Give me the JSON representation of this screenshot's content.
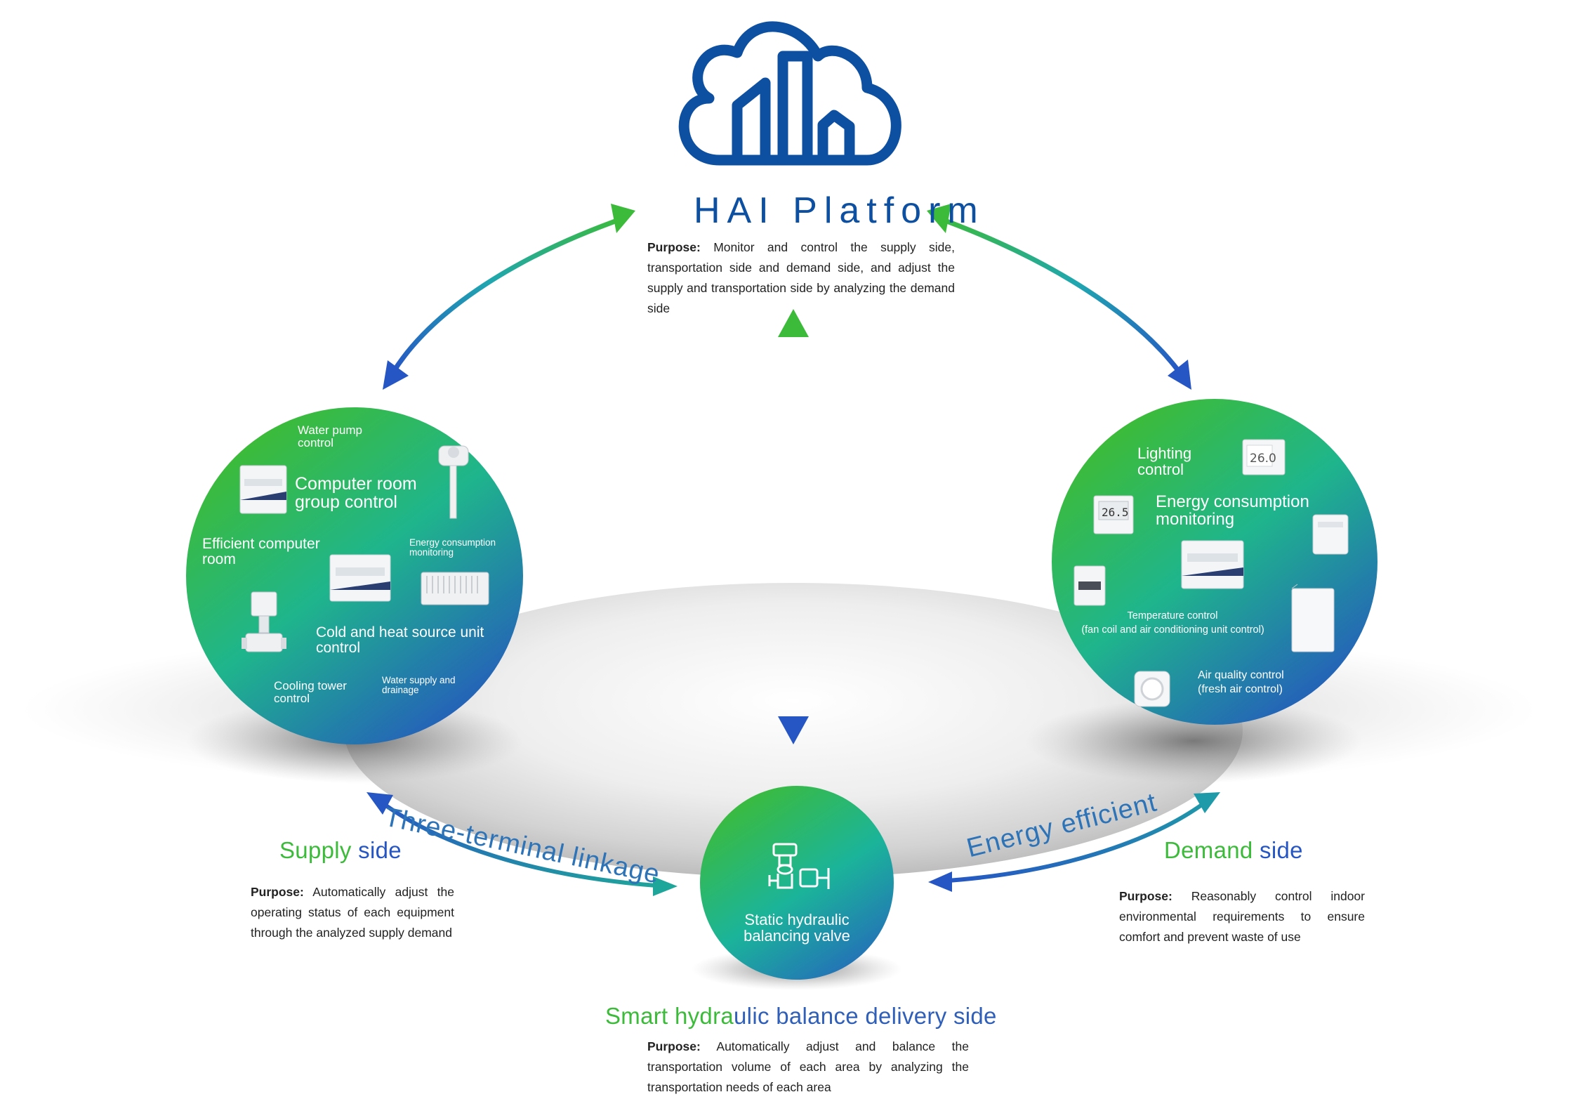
{
  "platform": {
    "title": "HAI Platform",
    "purpose_label": "Purpose:",
    "purpose_text": " Monitor and control the supply side, transportation side and demand side, and adjust the supply and transportation side by analyzing the demand side"
  },
  "supply": {
    "heading_a": "Supply",
    "heading_b": " side",
    "purpose_label": "Purpose:",
    "purpose_text": " Automatically adjust the operating status of each equipment through the analyzed supply demand",
    "labels": {
      "water_pump": "Water pump control",
      "computer_room": "Computer room group control",
      "efficient": "Efficient computer room",
      "energy": "Energy consumption monitoring",
      "cold_heat": "Cold and heat source unit control",
      "cooling_tower": "Cooling tower control",
      "water_supply": "Water supply and drainage"
    }
  },
  "demand": {
    "heading_a": "Demand",
    "heading_b": " side",
    "purpose_label": "Purpose:",
    "purpose_text": " Reasonably control indoor environmental requirements to ensure comfort and prevent waste of use",
    "labels": {
      "lighting": "Lighting control",
      "energy": "Energy consumption monitoring",
      "temperature": "Temperature control",
      "temperature_sub": "(fan coil and air conditioning unit control)",
      "air_quality": "Air quality control",
      "air_quality_sub": "(fresh air control)"
    },
    "thermostat_readings": [
      "26.5",
      "26.0"
    ]
  },
  "delivery": {
    "heading_a": "Smart hydra",
    "heading_b": "ulic balance delivery side",
    "purpose_label": "Purpose:",
    "purpose_text": " Automatically adjust and balance the transportation volume of each area by analyzing the transportation needs of each area",
    "valve_label": "Static hydraulic balancing valve"
  },
  "curve_labels": {
    "left": "Three-terminal linkage",
    "right": "Energy efficient"
  },
  "colors": {
    "brand_blue": "#0d4fa1",
    "green": "#3cbb3a",
    "blue": "#2656c4",
    "teal": "#1fb5a0"
  },
  "icons": [
    "cloud-city-icon",
    "controller-cabinet-icon",
    "sensor-probe-icon",
    "industrial-pc-icon",
    "valve-actuator-icon",
    "thermostat-icon",
    "din-meter-icon",
    "wall-panel-icon",
    "air-sensor-icon",
    "balancing-valve-icon"
  ]
}
